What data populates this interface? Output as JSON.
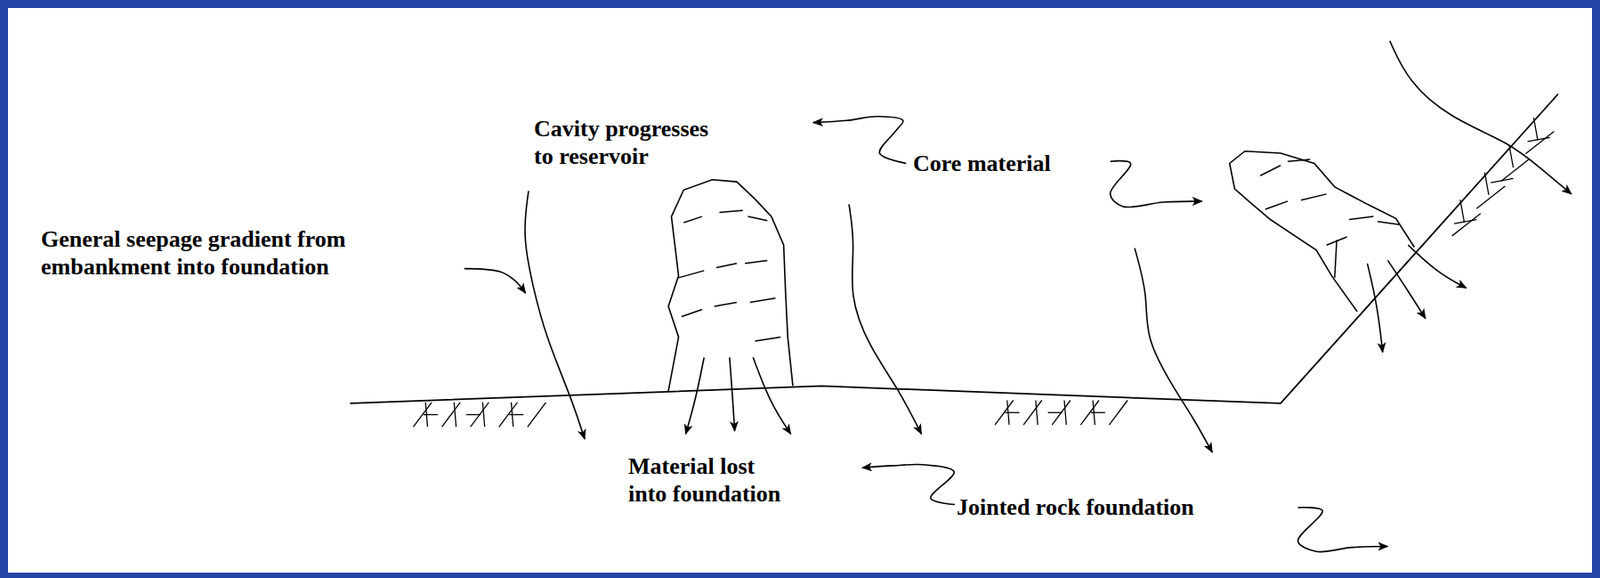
{
  "diagram": {
    "labels": [
      "Cavity progresses to reservoir",
      "Core material",
      "General seepage gradient from embankment into foundation",
      "Material lost into foundation",
      "Jointed rock foundation"
    ]
  }
}
